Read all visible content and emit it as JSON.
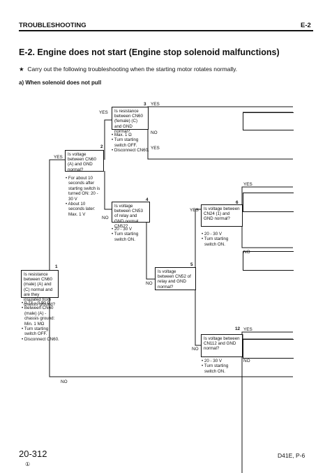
{
  "header": {
    "section": "TROUBLESHOOTING",
    "code": "E-2"
  },
  "title": "E-2. Engine does not start (Engine stop solenoid malfunctions)",
  "note": {
    "bullet": "★",
    "text": "Carry out the following troubleshooting when the starting motor rotates normally."
  },
  "subheading": "a) When solenoid does not pull",
  "labels": {
    "yes": "YES",
    "no": "NO"
  },
  "boxes": [
    {
      "num": "1",
      "text": "Is resistance between CN60 (male) (A) and (C) normal and are they insulated from chassis ground?",
      "conds": [
        "• 0.73 – 0.90 Ω",
        "• Between CN60",
        "  (male) (A) -",
        "  chassis ground:",
        "  Min. 1 MΩ",
        "• Turn starting",
        "  switch OFF.",
        "• Disconnect CN60."
      ]
    },
    {
      "num": "2",
      "text": "Is voltage between CN60 (A) and GND normal?",
      "conds": [
        "• For about 10",
        "  seconds after",
        "  starting switch is",
        "  turned ON: 20 -",
        "  30 V",
        "• About 10",
        "  seconds later:",
        "  Max. 1 V"
      ]
    },
    {
      "num": "3",
      "text": "Is resistance between CN60 (female) (C) and GND normal?",
      "conds": [
        "• Max. 1 Ω",
        "• Turn starting",
        "  switch OFF.",
        "• Disconnect CN60."
      ]
    },
    {
      "num": "4",
      "text": "Is voltage between CN53 of relay and GND normal CN52?",
      "conds": [
        "• 20 - 30 V",
        "• Turn starting",
        "  switch ON."
      ]
    },
    {
      "num": "5",
      "text": "Is voltage between CN52 of relay and GND normal?",
      "conds": []
    },
    {
      "num": "6",
      "text": "Is voltage between CN24 (1) and GND normal?",
      "conds": [
        "• 20 - 30 V",
        "• Turn starting",
        "  switch ON."
      ]
    },
    {
      "num": "12",
      "text": "Is voltage between CN112 and GND normal?",
      "conds": [
        "• 20 - 30 V",
        "• Turn starting",
        "  switch ON."
      ]
    }
  ],
  "footer": {
    "page": "20-312",
    "revision": "①",
    "model": "D41E, P-6"
  }
}
